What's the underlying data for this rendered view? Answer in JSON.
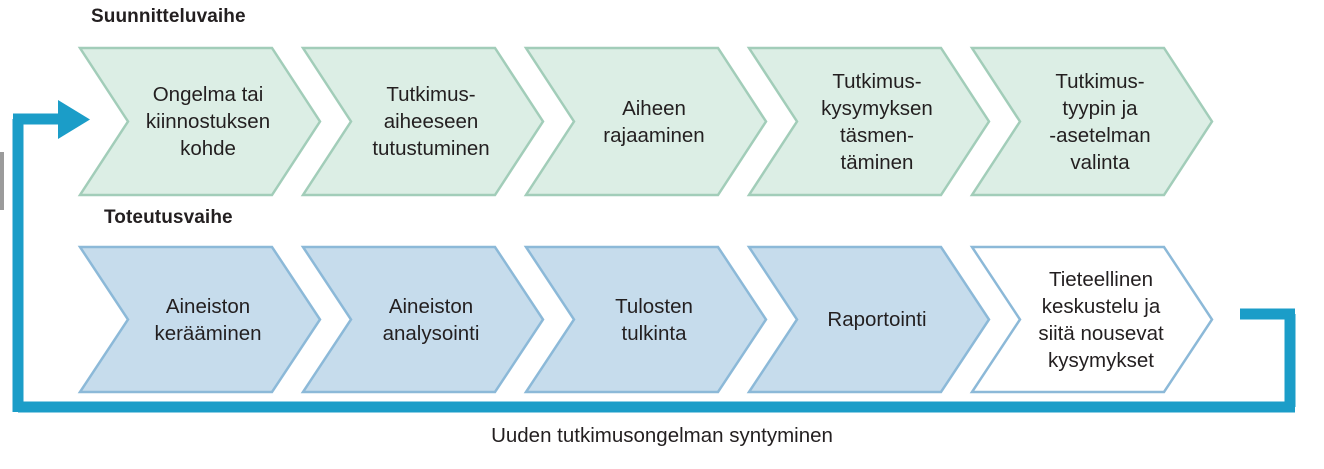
{
  "diagram": {
    "title_planning": "Suunnitteluvaihe",
    "title_execution": "Toteutusvaihe",
    "caption": "Uuden tutkimusongelman syntyminen",
    "colors": {
      "green_fill": "#dceee5",
      "green_border": "#a2cdb9",
      "blue_fill": "#c6dcec",
      "blue_border": "#8cb9d8",
      "white_fill": "#ffffff",
      "loop_line": "#1b9dc8",
      "text": "#231f20",
      "edge_marker": "#9b9b9b"
    },
    "planning_steps": [
      {
        "label": "Ongelma tai\nkiinnostuksen\nkohde"
      },
      {
        "label": "Tutkimus-\naiheeseen\ntutustuminen"
      },
      {
        "label": "Aiheen\nrajaaminen"
      },
      {
        "label": "Tutkimus-\nkysymyksen\ntäsmen-\ntäminen"
      },
      {
        "label": "Tutkimus-\ntyypin ja\n-asetelman\nvalinta"
      }
    ],
    "execution_steps": [
      {
        "label": "Aineiston\nkerääminen",
        "fill": "blue"
      },
      {
        "label": "Aineiston\nanalysointi",
        "fill": "blue"
      },
      {
        "label": "Tulosten\ntulkinta",
        "fill": "blue"
      },
      {
        "label": "Raportointi",
        "fill": "blue"
      },
      {
        "label": "Tieteellinen\nkeskustelu ja\nsiitä nousevat\nkysymykset",
        "fill": "white"
      }
    ],
    "feedback_loop": {
      "description": "feedback-loop-arrow",
      "arrow_direction": "right"
    }
  }
}
